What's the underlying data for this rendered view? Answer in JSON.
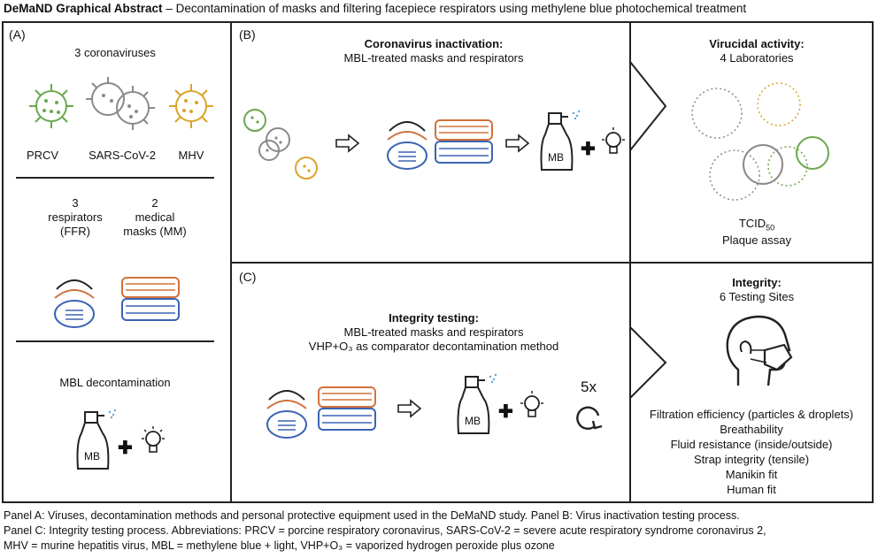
{
  "title": {
    "bold": "DeMaND Graphical Abstract",
    "rest": " – Decontamination of masks and filtering facepiece respirators using methylene blue photochemical treatment"
  },
  "panel_a": {
    "label": "(A)",
    "viruses_heading": "3 coronaviruses",
    "virus_names": [
      "PRCV",
      "SARS-CoV-2",
      "MHV"
    ],
    "respirators_line1": "3",
    "respirators_line2": "respirators",
    "respirators_line3": "(FFR)",
    "masks_line1": "2",
    "masks_line2": "medical",
    "masks_line3": "masks (MM)",
    "decon_heading": "MBL decontamination",
    "bottle_label": "MB"
  },
  "panel_b": {
    "label": "(B)",
    "heading": "Coronavirus inactivation:",
    "subheading": "MBL-treated masks and respirators",
    "bottle_label": "MB"
  },
  "panel_b_right": {
    "heading": "Virucidal activity:",
    "subheading": "4 Laboratories",
    "assay1": "TCID",
    "assay1_sub": "50",
    "assay2": "Plaque assay"
  },
  "panel_c": {
    "label": "(C)",
    "heading": "Integrity testing:",
    "line1": "MBL-treated masks and respirators",
    "line2": "VHP+O₃ as comparator decontamination method",
    "bottle_label": "MB",
    "cycles": "5x"
  },
  "panel_c_right": {
    "heading": "Integrity:",
    "subheading": "6 Testing Sites",
    "tests": [
      "Filtration efficiency (particles & droplets)",
      "Breathability",
      "Fluid resistance (inside/outside)",
      "Strap integrity (tensile)",
      "Manikin fit",
      "Human fit"
    ]
  },
  "caption": {
    "line1": "Panel A: Viruses, decontamination methods and personal protective equipment used in the DeMaND study. Panel B: Virus inactivation testing process.",
    "line2": "Panel C: Integrity testing process. Abbreviations: PRCV = porcine respiratory coronavirus, SARS-CoV-2 = severe acute respiratory syndrome coronavirus 2,",
    "line3": "MHV = murine hepatitis virus, MBL = methylene blue + light, VHP+O₃ = vaporized hydrogen peroxide plus ozone"
  },
  "colors": {
    "prcv_green": "#6aa84f",
    "sars_gray": "#8a8a8a",
    "mhv_gold": "#d9a42a",
    "mask_orange": "#d2723b",
    "mask_blue": "#3b64b3",
    "spray_blue": "#5aa8e0"
  }
}
